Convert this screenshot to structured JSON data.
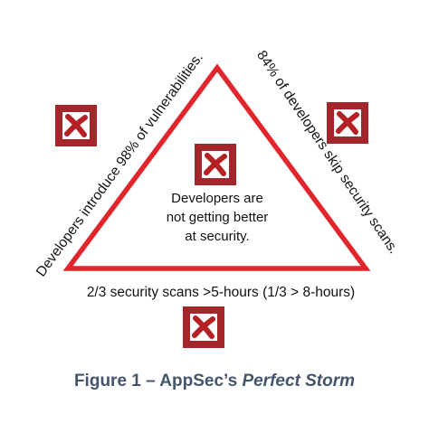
{
  "colors": {
    "accent": "#e0262c",
    "icon_box": "#a3262a",
    "icon_x": "#b52025",
    "caption": "#44546a"
  },
  "triangle": {
    "left_label": "Developers introduce 98% of vulnerabilities.",
    "right_label": "84% of developers skip security scans.",
    "bottom_label": "2/3 security scans >5-hours (1/3 > 8-hours)",
    "center_lines": [
      "Developers are",
      "not getting better",
      "at security."
    ]
  },
  "icons": [
    {
      "name": "x-mark-icon"
    },
    {
      "name": "x-mark-icon"
    },
    {
      "name": "x-mark-icon"
    },
    {
      "name": "x-mark-icon"
    }
  ],
  "caption": {
    "prefix": "Figure 1 – AppSec’s ",
    "emphasis": "Perfect Storm"
  }
}
